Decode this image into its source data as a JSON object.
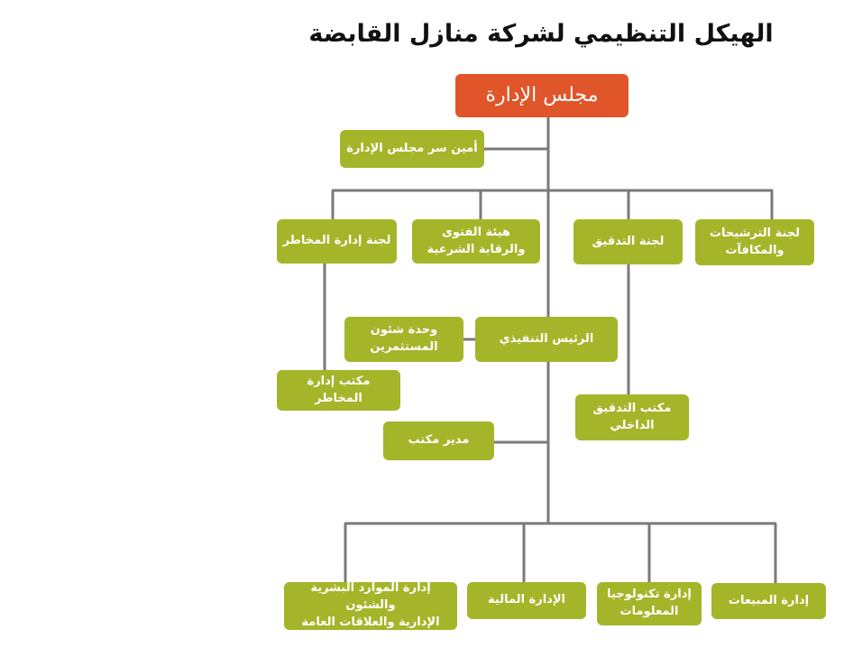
{
  "title": "الهيكل التنظيمي لشركة منازل القابضة",
  "colors": {
    "box": "#a5b52a",
    "board": "#e0552a",
    "line": "#7a7a7a"
  },
  "nodes": {
    "board": "مجلس الإدارة",
    "secretary": "أمين سر مجلس الإدارة",
    "risk_committee": "لجنة إدارة المخاطر",
    "sharia_board": "هيئة الفتوى\nوالرقابة الشرعية",
    "audit_committee": "لجنة التدقيق",
    "nominations_committee": "لجنة الترشيحات\nوالمكافآت",
    "risk_office": "مكتب إدارة المخاطر",
    "internal_audit_office": "مكتب التدقيق\nالداخلي",
    "ceo": "الرئيس التنفيذي",
    "investor_relations": "وحدة شئون\nالمستثمرين",
    "office_manager": "مدير مكتب",
    "hr_admin": "إدارة الموارد البشرية والشئون\nالإدارية والعلاقات العامة",
    "finance": "الإدارة المالية",
    "it": "إدارة تكنولوجيا\nالمعلومات",
    "sales": "إدارة المبيعات"
  }
}
